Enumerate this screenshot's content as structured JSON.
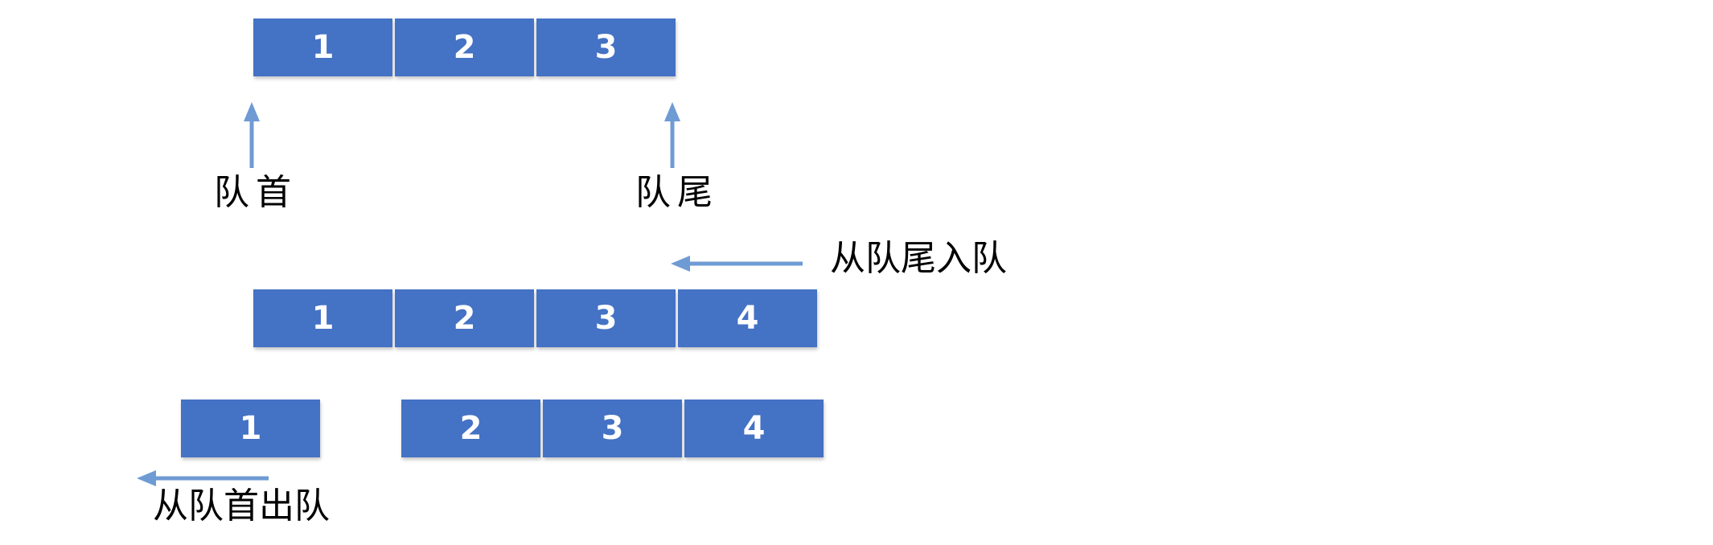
{
  "colors": {
    "background": "#FFFFFF",
    "cell_fill": "#4472C4",
    "cell_text": "#FFFFFF",
    "arrow": "#6F9BD4",
    "label_text": "#000000"
  },
  "initial_queue": {
    "cells": [
      "1",
      "2",
      "3"
    ],
    "front_label": "队首",
    "rear_label": "队尾"
  },
  "enqueue_step": {
    "arrow_label": "从队尾入队",
    "cells": [
      "1",
      "2",
      "3",
      "4"
    ]
  },
  "dequeue_step": {
    "arrow_label": "从队首出队",
    "removed_cell": "1",
    "remaining_cells": [
      "2",
      "3",
      "4"
    ]
  }
}
